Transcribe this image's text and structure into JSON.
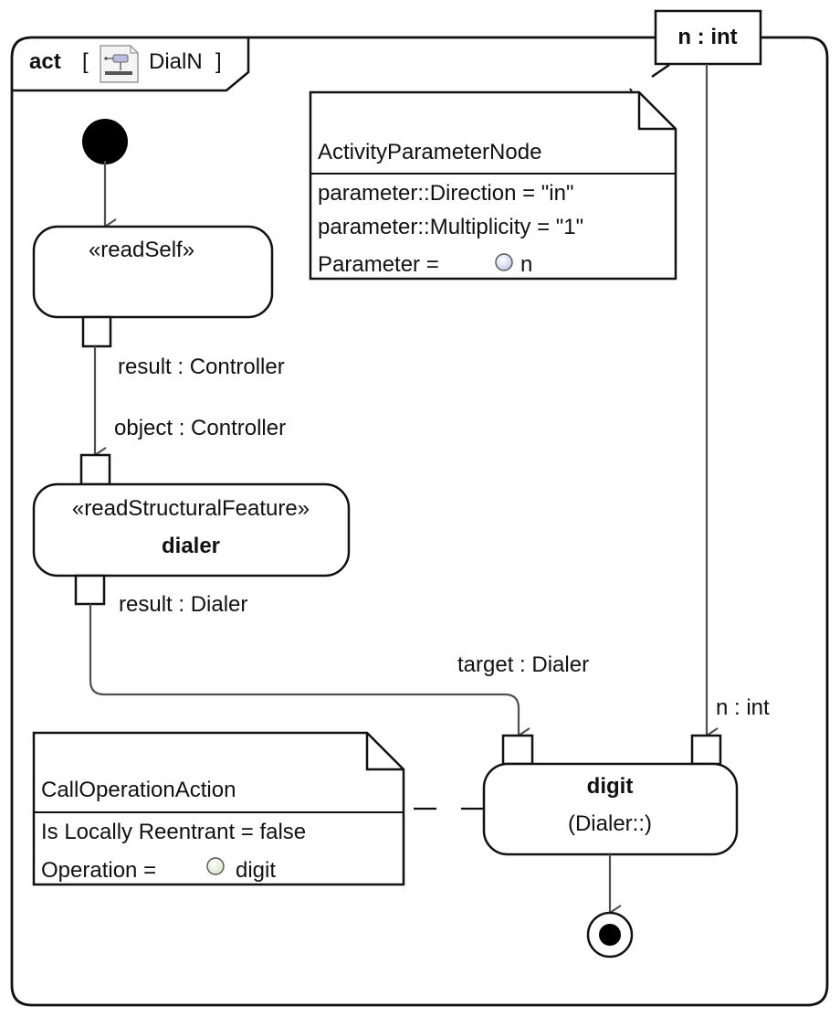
{
  "frame": {
    "kind": "act",
    "name": "DialN",
    "open_bracket": "[",
    "close_bracket": "]",
    "icon": "activity-diagram-icon"
  },
  "parameter_node": {
    "label": "n : int"
  },
  "notes": {
    "activity_parameter_node": {
      "title": "ActivityParameterNode",
      "properties": [
        "parameter::Direction = \"in\"",
        "parameter::Multiplicity = \"1\""
      ],
      "parameter_label": "Parameter = ",
      "parameter_value": "n",
      "parameter_icon_color": "#d6d8ee"
    },
    "call_operation_action": {
      "title": "CallOperationAction",
      "properties": [
        "Is Locally Reentrant  = false"
      ],
      "operation_label": "Operation = ",
      "operation_value": "digit",
      "operation_icon_color": "#e2efd6"
    }
  },
  "actions": {
    "read_self": {
      "stereotype": "«readSelf»",
      "output_pin": "result : Controller"
    },
    "read_structural_feature": {
      "stereotype": "«readStructuralFeature»",
      "name": "dialer",
      "input_pin": "object : Controller",
      "output_pin": "result : Dialer"
    },
    "call_operation": {
      "name": "digit",
      "owner": "(Dialer::)",
      "target_pin": "target : Dialer",
      "argument_pin": "n : int"
    }
  }
}
